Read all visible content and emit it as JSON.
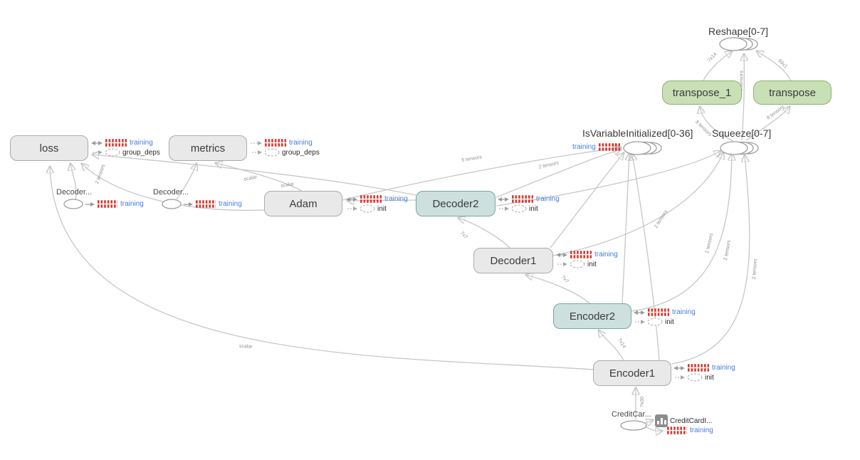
{
  "nodes": [
    {
      "label": "loss"
    },
    {
      "label": "metrics"
    },
    {
      "label": "Adam"
    },
    {
      "label": "Decoder2"
    },
    {
      "label": "Decoder1"
    },
    {
      "label": "Encoder2"
    },
    {
      "label": "Encoder1"
    },
    {
      "label": "transpose_1"
    },
    {
      "label": "transpose"
    }
  ],
  "series_nodes": [
    {
      "label": "Reshape[0-7]"
    },
    {
      "label": "IsVariableInitialized[0-36]"
    },
    {
      "label": "Squeeze[0-7]"
    }
  ],
  "small_nodes": {
    "decoder_a": "Decoder...",
    "decoder_b": "Decoder...",
    "credit_input": "CreditCar...",
    "credit_image": "CreditCardI..."
  },
  "annotations": {
    "training": "training",
    "init": "init",
    "group_deps": "group_deps"
  },
  "edge_labels": {
    "tensors5": "5 tensors",
    "tensors2": "2 tensors",
    "tensors8": "8 tensors",
    "scalar": "scalar",
    "dim_7x14": "7x14",
    "dim_69x1": "69x1",
    "dim_7x7": "7x7",
    "dim_qx7": "?x7",
    "dim_qx14": "?x14",
    "dim_qx30": "?x30"
  },
  "colors": {
    "node_gray": "#e9e9e9",
    "node_teal": "#cde0de",
    "node_green": "#c9dfb6",
    "edge": "#c7c7c7",
    "training_blue": "#437ee0",
    "ghost_red": "#d6392e"
  }
}
